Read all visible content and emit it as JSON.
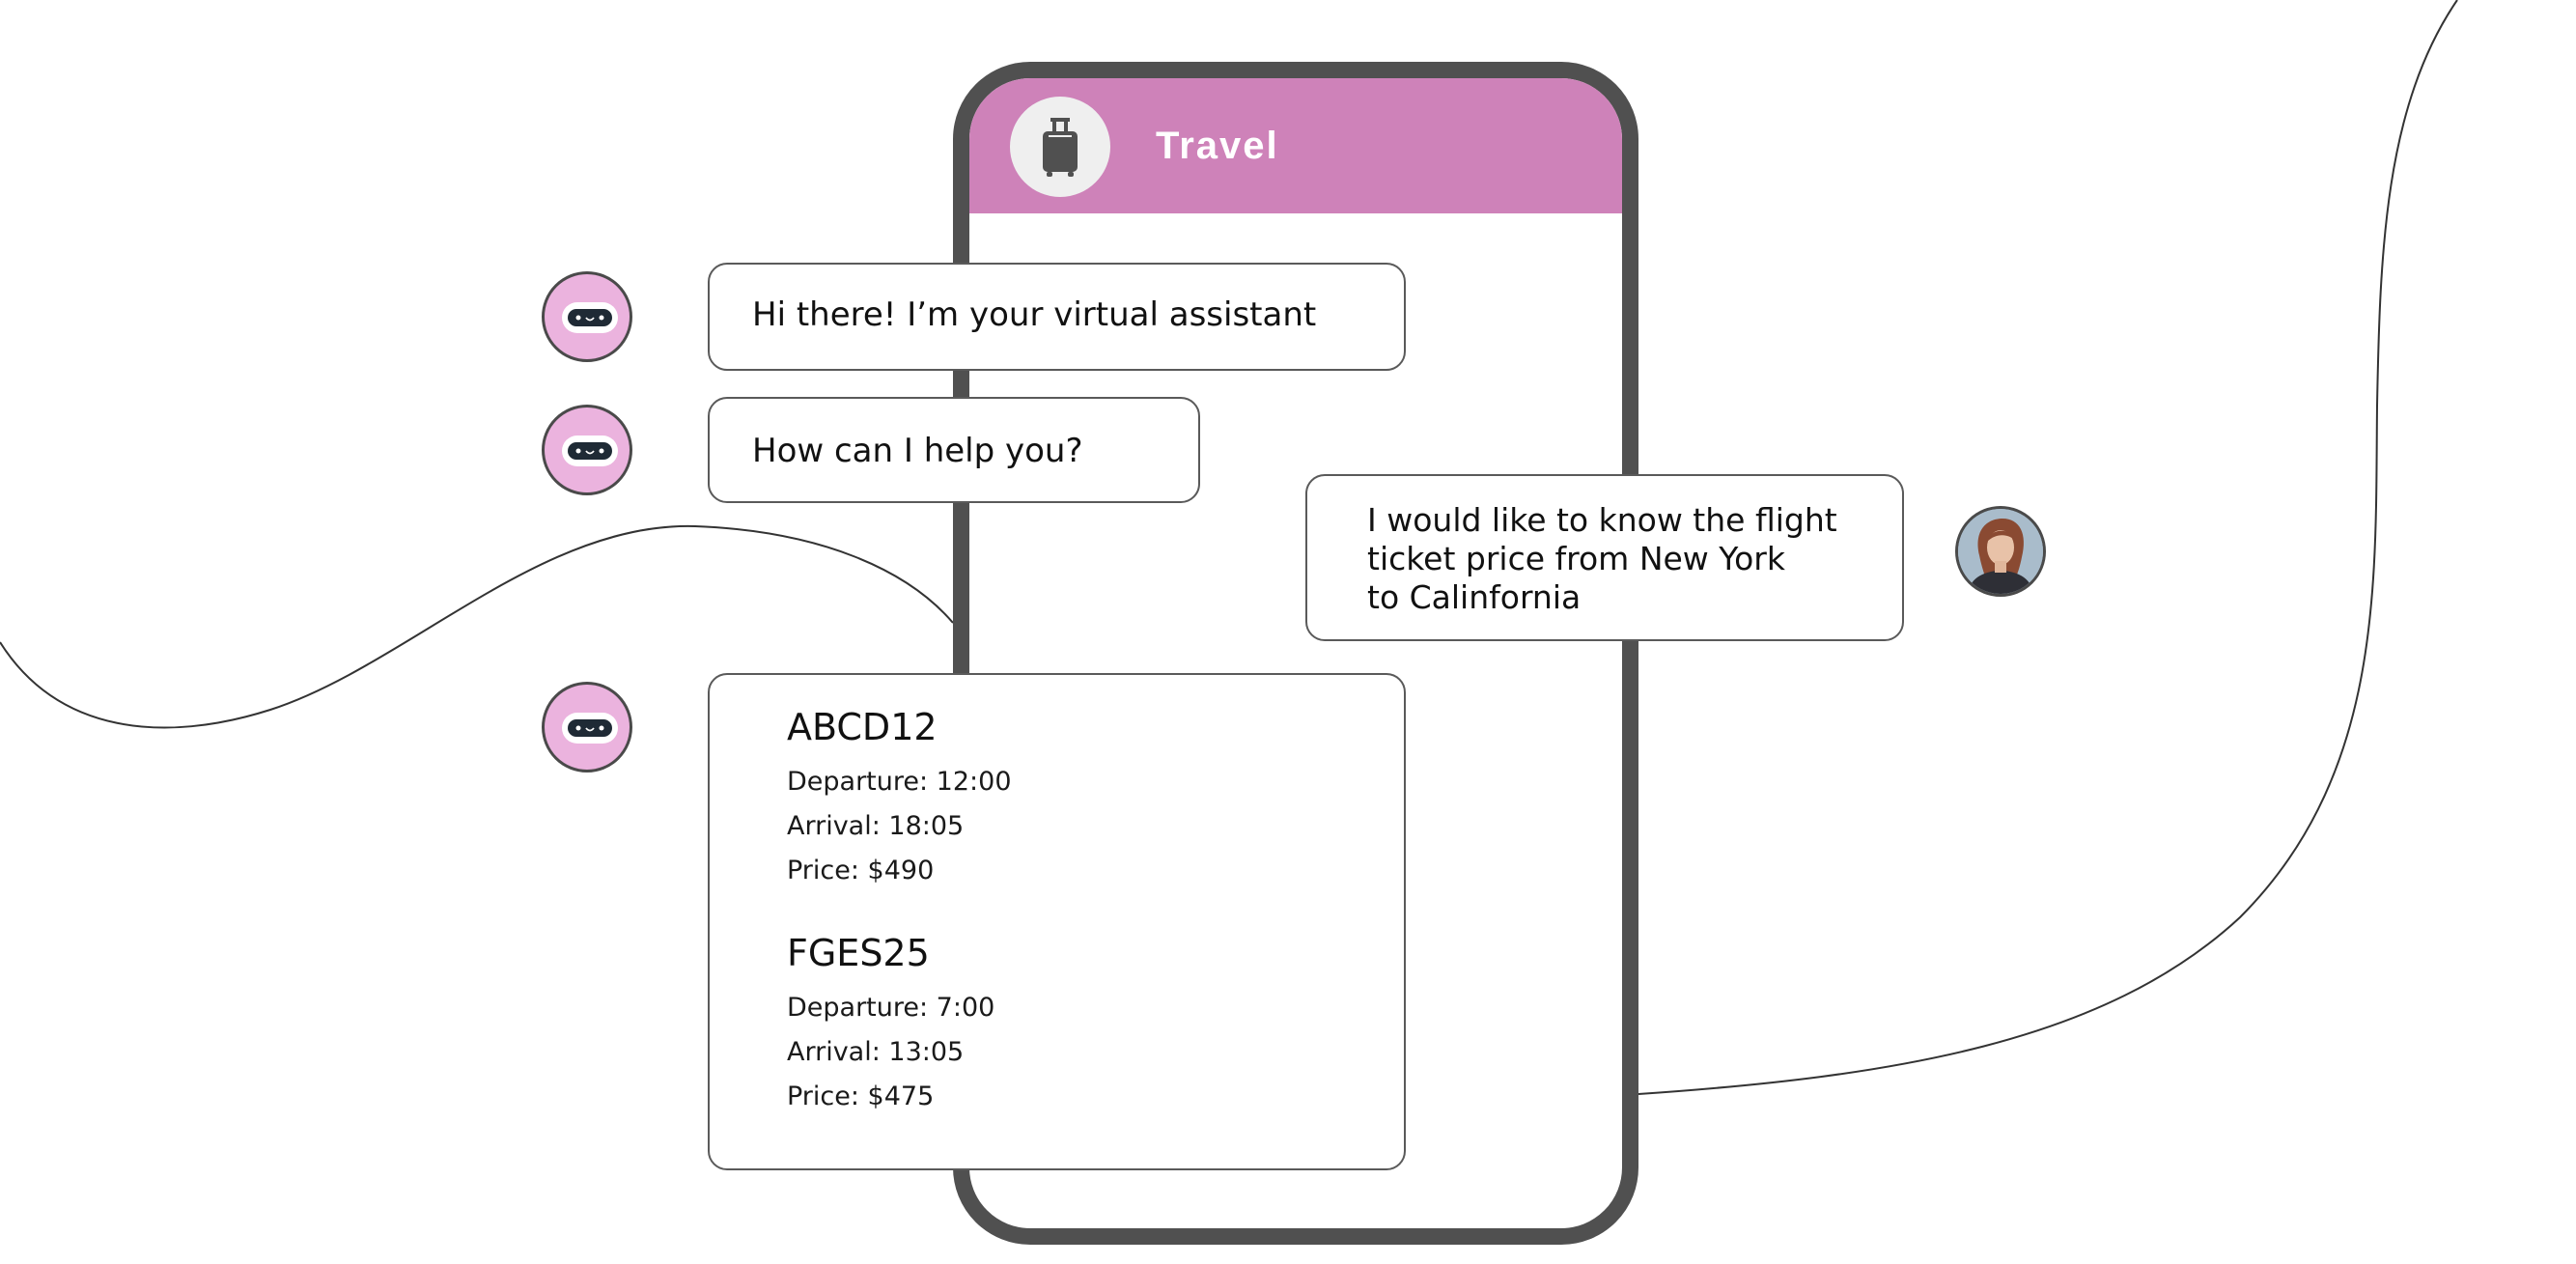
{
  "header": {
    "title": "Travel",
    "icon": "luggage-icon"
  },
  "colors": {
    "header": "#ce82b9",
    "phone_frame": "#505050",
    "bot_avatar": "#ebb3de",
    "bubble_border": "#5a5a5a"
  },
  "messages": {
    "bot_greeting": "Hi there! I’m your virtual assistant",
    "bot_help": "How can I help you?",
    "user_request": {
      "line1": "I would like to know the flight",
      "line2": "ticket price from New York",
      "line3": "to Calinfornia"
    }
  },
  "flights": [
    {
      "code": "ABCD12",
      "departure": "Departure: 12:00",
      "arrival": "Arrival: 18:05",
      "price": "Price: $490"
    },
    {
      "code": "FGES25",
      "departure": "Departure: 7:00",
      "arrival": "Arrival: 13:05",
      "price": "Price: $475"
    }
  ]
}
